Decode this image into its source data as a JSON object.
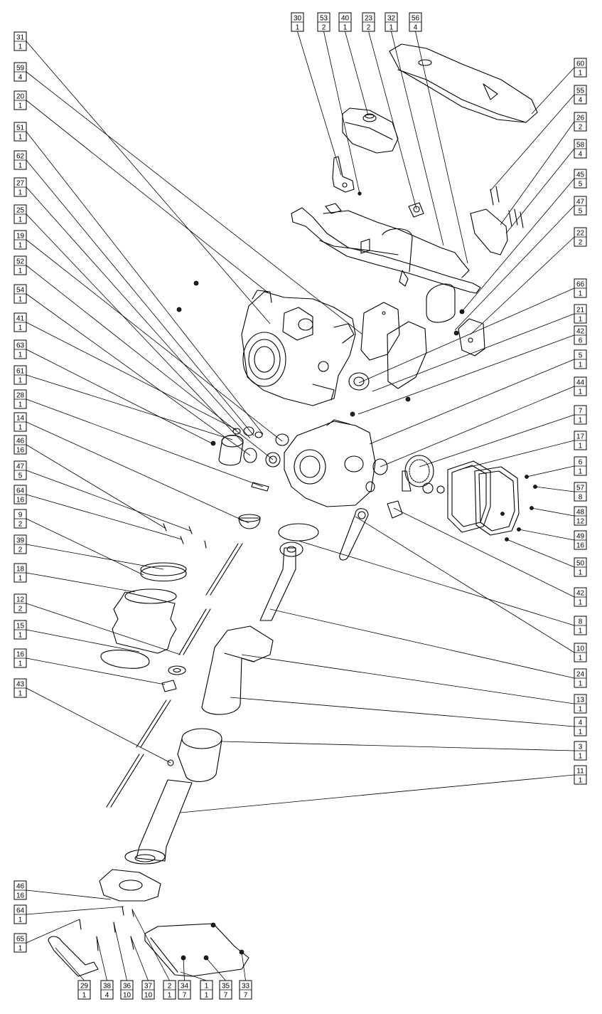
{
  "callouts": [
    {
      "p": "31",
      "q": "1"
    },
    {
      "p": "59",
      "q": "4"
    },
    {
      "p": "20",
      "q": "1"
    },
    {
      "p": "51",
      "q": "1"
    },
    {
      "p": "62",
      "q": "1"
    },
    {
      "p": "27",
      "q": "1"
    },
    {
      "p": "25",
      "q": "1"
    },
    {
      "p": "19",
      "q": "1"
    },
    {
      "p": "52",
      "q": "1"
    },
    {
      "p": "54",
      "q": "1"
    },
    {
      "p": "41",
      "q": "1"
    },
    {
      "p": "63",
      "q": "1"
    },
    {
      "p": "61",
      "q": "1"
    },
    {
      "p": "28",
      "q": "1"
    },
    {
      "p": "14",
      "q": "1"
    },
    {
      "p": "46",
      "q": "16"
    },
    {
      "p": "47",
      "q": "5"
    },
    {
      "p": "64",
      "q": "16"
    },
    {
      "p": "9",
      "q": "2"
    },
    {
      "p": "39",
      "q": "2"
    },
    {
      "p": "18",
      "q": "1"
    },
    {
      "p": "12",
      "q": "2"
    },
    {
      "p": "15",
      "q": "1"
    },
    {
      "p": "16",
      "q": "1"
    },
    {
      "p": "43",
      "q": "1"
    },
    {
      "p": "30",
      "q": "1"
    },
    {
      "p": "53",
      "q": "2"
    },
    {
      "p": "40",
      "q": "1"
    },
    {
      "p": "23",
      "q": "2"
    },
    {
      "p": "32",
      "q": "1"
    },
    {
      "p": "56",
      "q": "4"
    },
    {
      "p": "60",
      "q": "1"
    },
    {
      "p": "55",
      "q": "4"
    },
    {
      "p": "26",
      "q": "2"
    },
    {
      "p": "58",
      "q": "4"
    },
    {
      "p": "45",
      "q": "5"
    },
    {
      "p": "47",
      "q": "5"
    },
    {
      "p": "22",
      "q": "2"
    },
    {
      "p": "66",
      "q": "1"
    },
    {
      "p": "21",
      "q": "1"
    },
    {
      "p": "42",
      "q": "6"
    },
    {
      "p": "5",
      "q": "1"
    },
    {
      "p": "44",
      "q": "1"
    },
    {
      "p": "7",
      "q": "1"
    },
    {
      "p": "17",
      "q": "1"
    },
    {
      "p": "6",
      "q": "1"
    },
    {
      "p": "57",
      "q": "8"
    },
    {
      "p": "48",
      "q": "12"
    },
    {
      "p": "49",
      "q": "16"
    },
    {
      "p": "50",
      "q": "1"
    },
    {
      "p": "42",
      "q": "1"
    },
    {
      "p": "8",
      "q": "1"
    },
    {
      "p": "10",
      "q": "1"
    },
    {
      "p": "24",
      "q": "1"
    },
    {
      "p": "13",
      "q": "1"
    },
    {
      "p": "4",
      "q": "1"
    },
    {
      "p": "3",
      "q": "1"
    },
    {
      "p": "11",
      "q": "1"
    },
    {
      "p": "46",
      "q": "16"
    },
    {
      "p": "64",
      "q": "1"
    },
    {
      "p": "65",
      "q": "1"
    },
    {
      "p": "29",
      "q": "1"
    },
    {
      "p": "38",
      "q": "4"
    },
    {
      "p": "36",
      "q": "10"
    },
    {
      "p": "37",
      "q": "10"
    },
    {
      "p": "2",
      "q": "1"
    },
    {
      "p": "34",
      "q": "7"
    },
    {
      "p": "1",
      "q": "1"
    },
    {
      "p": "35",
      "q": "7"
    },
    {
      "p": "33",
      "q": "7"
    }
  ]
}
